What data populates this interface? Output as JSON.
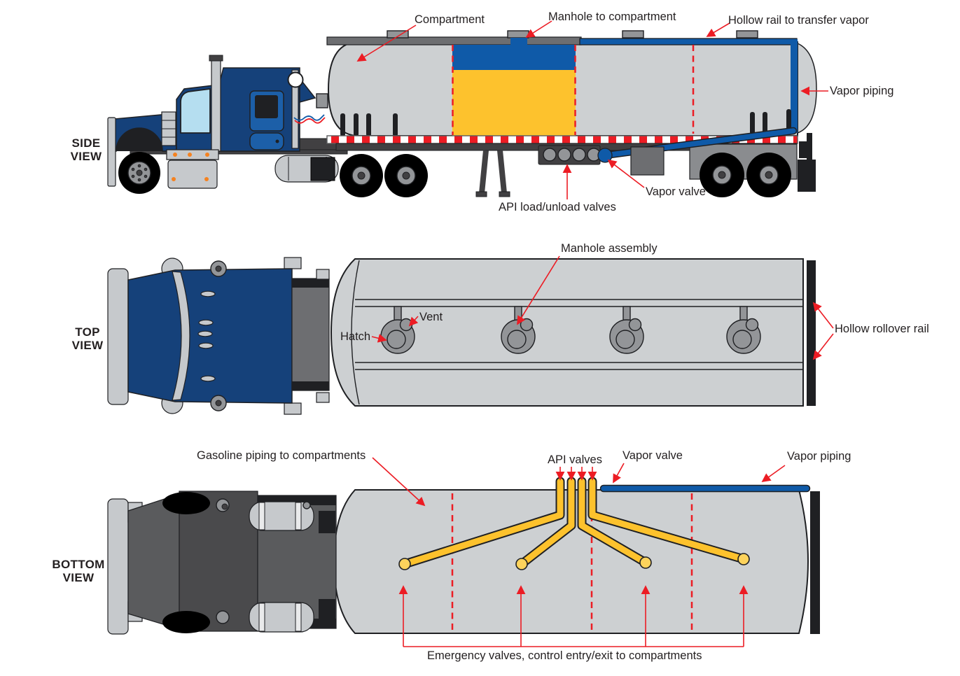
{
  "colors": {
    "tank_gray": "#CDD0D2",
    "light_gray": "#C6C9CC",
    "mid_gray": "#939598",
    "rail_gray": "#6D6E71",
    "frame_dark": "#414042",
    "fender_gray": "#8A8C8F",
    "under_dark": "#4A4A4C",
    "under_mid": "#5A5B5D",
    "band_white": "#E9EAEB",
    "ink": "#1F2023",
    "navy": "#15417A",
    "door_blue": "#1C5FA8",
    "window_blue": "#B5DEF0",
    "vapor_blue": "#0F5AA8",
    "gasoline_yellow": "#FDC22D",
    "yellow_cap": "#FDD35C",
    "arrow_red": "#EC1C24",
    "marker_orange": "#F58220",
    "text_dark": "#231F20",
    "white": "#FFFFFF"
  },
  "side_view": {
    "title": "SIDE\nVIEW",
    "labels": {
      "compartment": "Compartment",
      "manhole_to_compartment": "Manhole to compartment",
      "hollow_rail": "Hollow rail to transfer vapor",
      "vapor_piping": "Vapor piping",
      "vapor_valve": "Vapor valve",
      "api_load_unload_valves": "API load/unload valves"
    }
  },
  "top_view": {
    "title": "TOP\nVIEW",
    "labels": {
      "manhole_assembly": "Manhole assembly",
      "vent": "Vent",
      "hatch": "Hatch",
      "hollow_rollover_rail": "Hollow rollover rail"
    }
  },
  "bottom_view": {
    "title": "BOTTOM\nVIEW",
    "labels": {
      "gasoline_piping": "Gasoline piping to compartments",
      "api_valves": "API valves",
      "vapor_valve": "Vapor valve",
      "vapor_piping": "Vapor piping",
      "emergency_valves": "Emergency valves, control entry/exit to compartments"
    }
  }
}
